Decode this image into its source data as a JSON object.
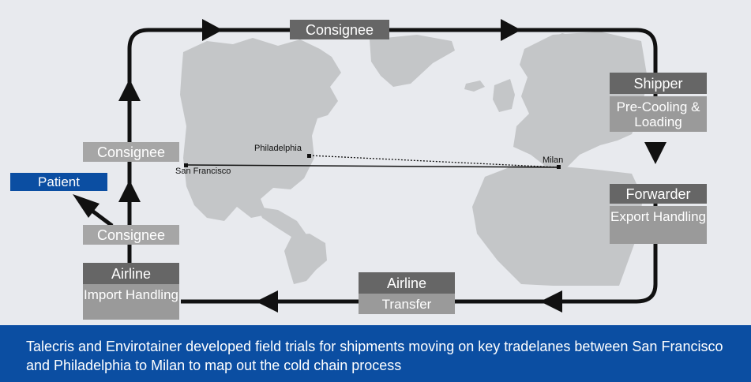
{
  "nodes": {
    "consignee_top": "Consignee",
    "shipper_header": "Shipper",
    "shipper_body": "Pre-Cooling & Loading",
    "forwarder_header": "Forwarder",
    "forwarder_body": "Export Handling",
    "airline_transfer_header": "Airline",
    "airline_transfer_body": "Transfer",
    "airline_import_header": "Airline",
    "airline_import_body": "Import Handling",
    "consignee_lower": "Consignee",
    "consignee_upper": "Consignee",
    "patient": "Patient"
  },
  "cities": {
    "san_francisco": "San Francisco",
    "philadelphia": "Philadelphia",
    "milan": "Milan"
  },
  "caption": "Talecris and Envirotainer developed field trials for shipments moving on key tradelanes between San Francisco and Philadelphia to Milan to map out the cold chain process",
  "colors": {
    "panel_background": "#e8eaee",
    "map_land": "#c4c6c8",
    "flow_line": "#111111",
    "box_dark": "#666666",
    "box_light": "#a6a6a6",
    "patient_blue": "#0b4ea2",
    "caption_background": "#0b4ea2"
  }
}
